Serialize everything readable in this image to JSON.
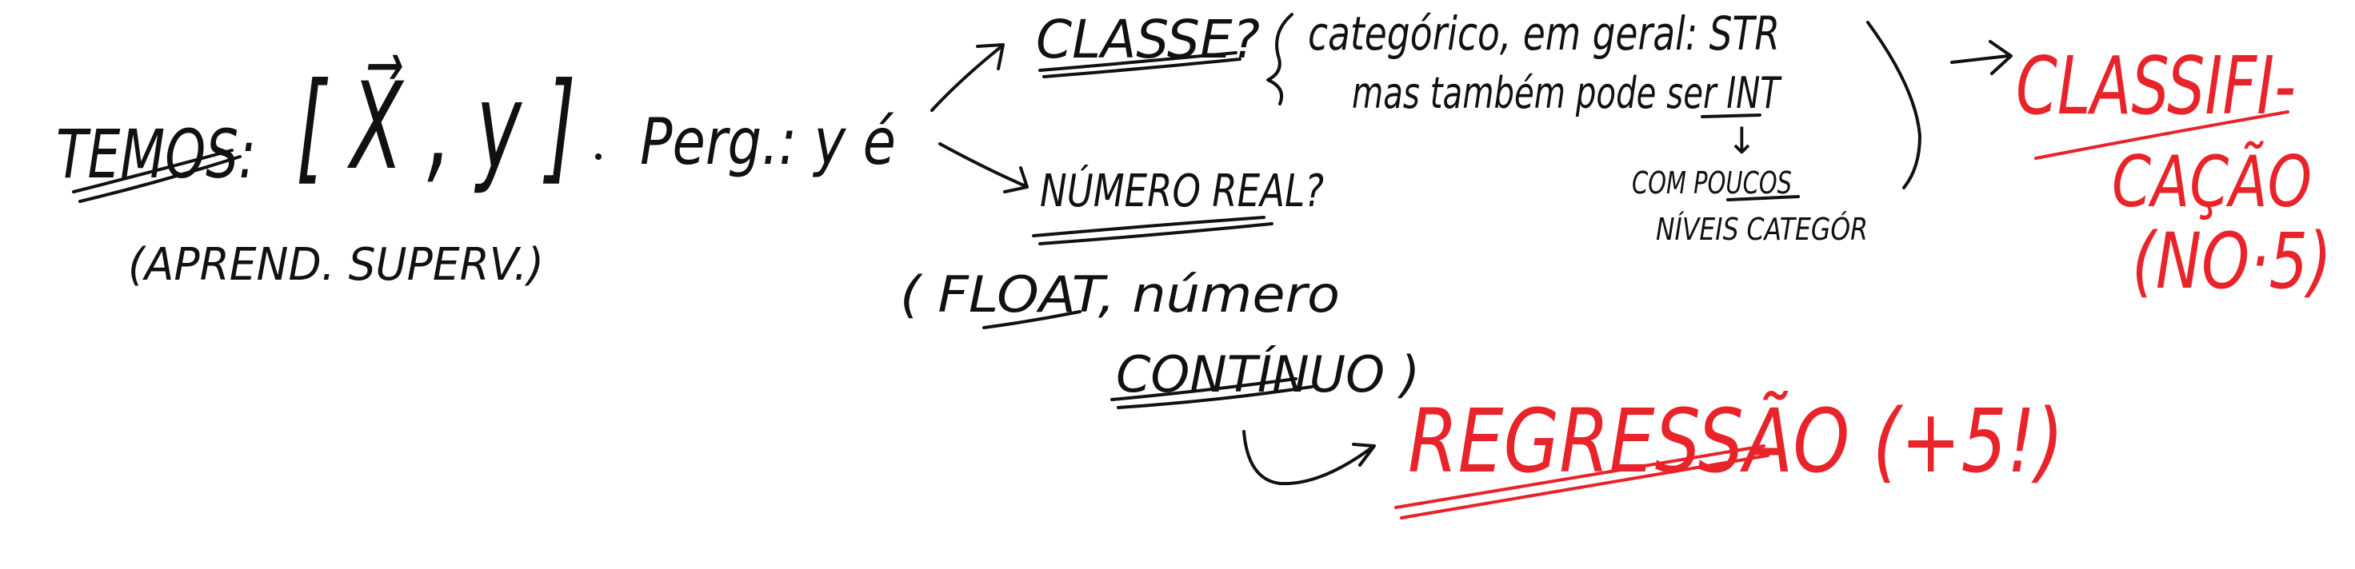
{
  "colors": {
    "background": "#ffffff",
    "black_ink": "#111111",
    "red_ink": "#e8232a"
  },
  "notes": {
    "temos": "TEMOS:",
    "xy": "[ X⃗ , y ]",
    "aprend": "(APREND. SUPERV.)",
    "dot": ".",
    "perg": "Perg.: y é",
    "classe": "CLASSE?",
    "categorico": "categórico, em geral: STR",
    "mas_tambem": "mas também pode ser INT",
    "down_arrow": "↓",
    "com_poucos": "COM POUCOS",
    "niveis": "NÍVEIS CATEGÓR",
    "numero_real": "NÚMERO REAL?",
    "float_open": "( FLOAT, número",
    "continuo": "CONTÍNUO )",
    "regressao": "REGRESSÃO (+5!)",
    "classificacao_1": "CLASSIFI-",
    "classificacao_2": "CAÇÃO",
    "classificacao_3": "(NO·5)"
  }
}
